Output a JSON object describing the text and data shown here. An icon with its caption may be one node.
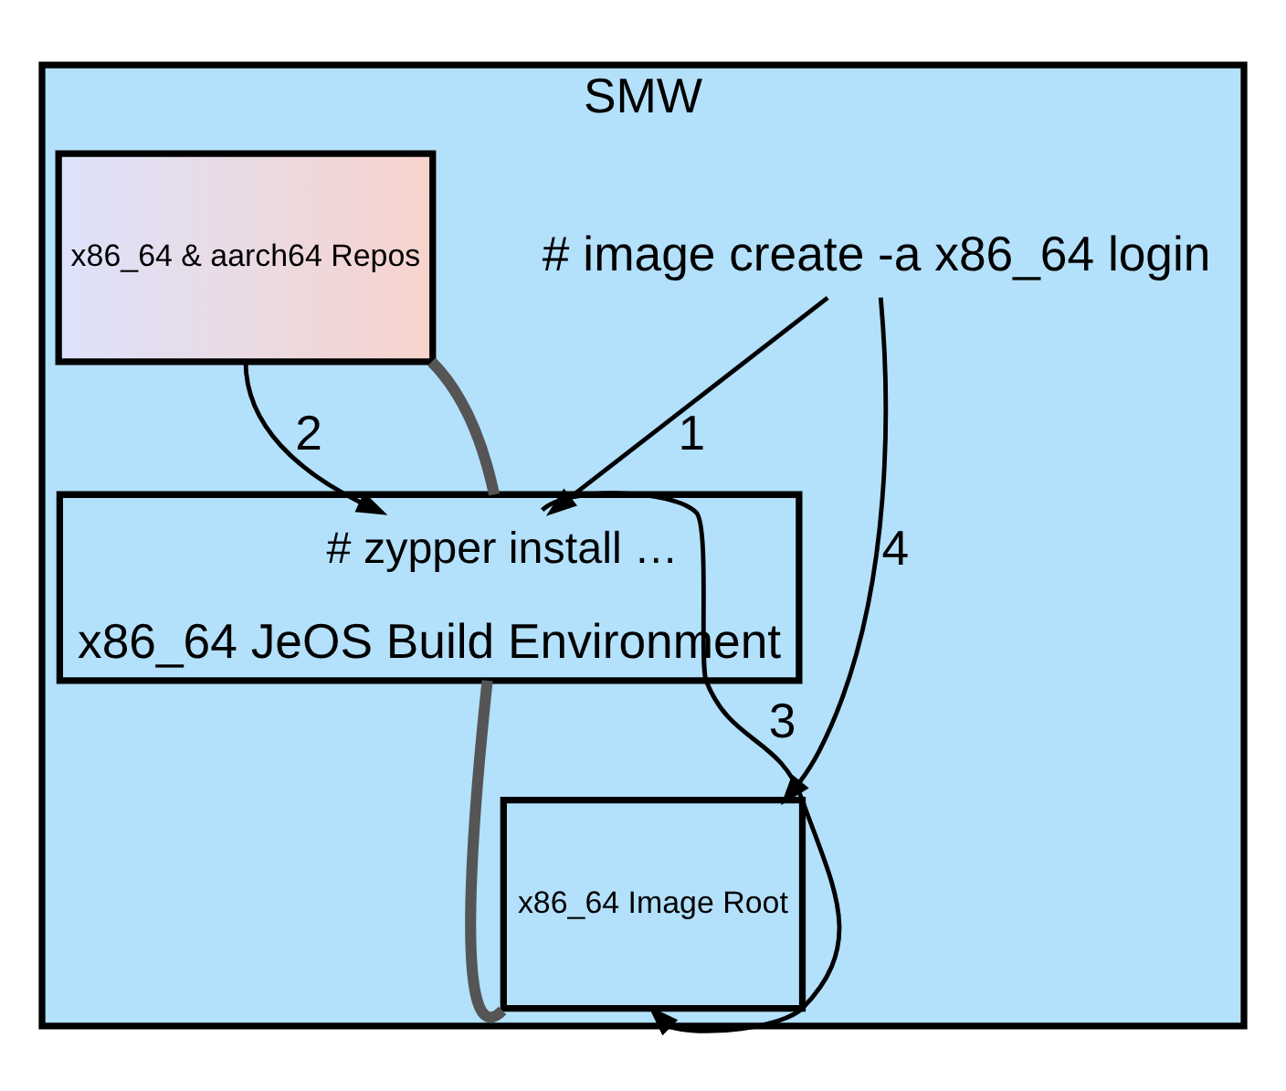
{
  "diagram": {
    "nodes": [
      {
        "text": [
          "SMW"
        ]
      },
      {
        "text": [
          "# image create -a x86_64 login"
        ],
        "in": 0
      },
      {
        "text": [
          "x86_64 & aarch64 Repos"
        ],
        "in": 0
      },
      {
        "text": [
          "x86_64 Image Root"
        ],
        "in": 0
      },
      {
        "text": [
          "x86_64 JeOS Build Environment"
        ],
        "in": 0
      },
      {
        "text": [
          "# zypper install …"
        ],
        "in": 4
      }
    ],
    "edges": [
      {
        "from": 1,
        "to": 5,
        "arrow": "to",
        "label": "1"
      },
      {
        "from": 2,
        "to": 5,
        "arrow": "to",
        "label": "2"
      },
      {
        "from": 5,
        "to": 3,
        "arrow": "to",
        "label": "3"
      },
      {
        "from": 1,
        "to": 3,
        "arrow": "to",
        "label": "4"
      },
      {
        "from": 2,
        "to": 4,
        "arrow": "none",
        "style": "thick",
        "color": "#555555"
      },
      {
        "from": 4,
        "to": 3,
        "arrow": "none",
        "style": "thick",
        "color": "#555555"
      }
    ]
  }
}
